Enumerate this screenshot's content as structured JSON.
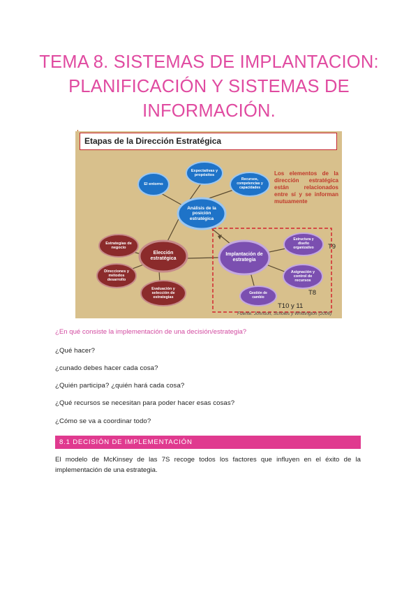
{
  "title": {
    "line1": "TEMA 8. SISTEMAS DE IMPLANTACION:",
    "line2": "PLANIFICACIÓN Y SISTEMAS DE",
    "line3": "INFORMACIÓN."
  },
  "figure": {
    "header": "Etapas de la Dirección Estratégica",
    "note": "Los elementos de la dirección estratégica están relacionados entre sí y se informan mutuamente",
    "source": "Fuente: Johnson, Scholes y Whittington (2006)",
    "nodes": {
      "expectativas": "Expectativas y propósitos",
      "entorno": "El entorno",
      "recursos": "Recursos, competencias y capacidades",
      "analisis": "Análisis de la posición estratégica",
      "eleccion": "Elección estratégica",
      "implantacion": "Implantación de estrategia",
      "estrategias_negocio": "Estrategias de negocio",
      "direcciones": "Direcciones y métodos desarrollo",
      "evaluacion": "Evaluación y selección de estrategias",
      "estructura": "Estructura y diseño organizativo",
      "asignacion": "Asignación y control de recursos",
      "gestion": "Gestión de cambio"
    },
    "tags": {
      "t9": "T9",
      "t8": "T8",
      "t10": "T10 y 11"
    },
    "colors": {
      "blue": "#1e73c8",
      "purple": "#7b4fb0",
      "maroon": "#8b2b2b",
      "background": "#d8c08c"
    }
  },
  "question": "¿En qué consiste la implementación de una decisión/estrategia?",
  "questions": [
    "¿Qué hacer?",
    "¿cunado debes hacer cada cosa?",
    "¿Quién participa? ¿quién hará cada cosa?",
    "¿Qué recursos se necesitan para poder hacer esas cosas?",
    "¿Cómo se va a coordinar todo?"
  ],
  "section": {
    "heading": "8.1 DECISIÓN DE IMPLEMENTACIÓN"
  },
  "paragraph": "El modelo de McKinsey de las 7S recoge todos los factores que influyen en el éxito de la implementación de una estrategia."
}
